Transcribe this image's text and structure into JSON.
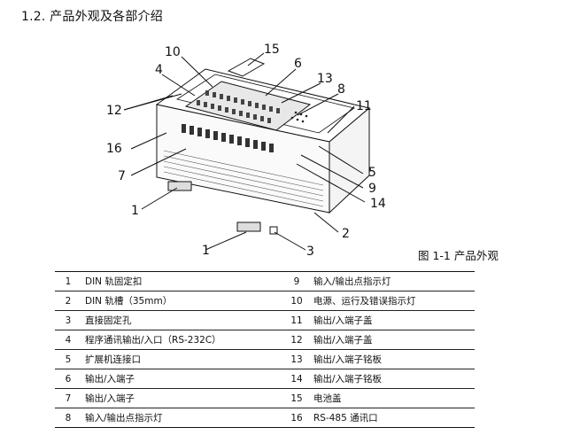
{
  "section_heading": "1.2.  产品外观及各部介绍",
  "figure": {
    "caption": "图 1-1  产品外观",
    "callouts": [
      "15",
      "10",
      "4",
      "6",
      "13",
      "8",
      "12",
      "11",
      "16",
      "7",
      "5",
      "9",
      "14",
      "1",
      "2",
      "1",
      "3"
    ]
  },
  "parts": {
    "rows": [
      {
        "no": "1",
        "name": "DIN  轨固定扣",
        "no2": "9",
        "name2": "输入/输出点指示灯"
      },
      {
        "no": "2",
        "name": "DIN  轨槽（35mm）",
        "no2": "10",
        "name2": "电源、运行及错误指示灯"
      },
      {
        "no": "3",
        "name": "直接固定孔",
        "no2": "11",
        "name2": "输出/入端子盖"
      },
      {
        "no": "4",
        "name": "程序通讯输出/入口（RS-232C）",
        "no2": "12",
        "name2": "输出/入端子盖"
      },
      {
        "no": "5",
        "name": "扩展机连接口",
        "no2": "13",
        "name2": "输出/入端子铭板"
      },
      {
        "no": "6",
        "name": "输出/入端子",
        "no2": "14",
        "name2": "输出/入端子铭板"
      },
      {
        "no": "7",
        "name": "输出/入端子",
        "no2": "15",
        "name2": "电池盖"
      },
      {
        "no": "8",
        "name": "输入/输出点指示灯",
        "no2": "16",
        "name2": "RS-485 通讯口"
      }
    ]
  }
}
